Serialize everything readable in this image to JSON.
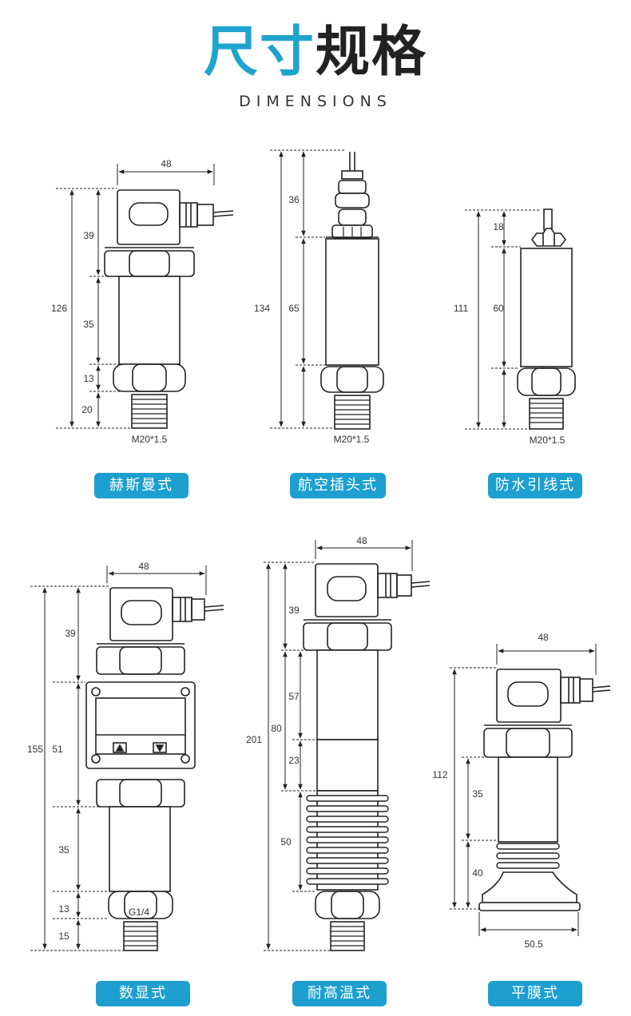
{
  "header": {
    "title_part1": "尺寸",
    "title_part2": "规格",
    "subtitle": "DIMENSIONS"
  },
  "colors": {
    "accent": "#1fa3cf",
    "label_bg": "#1d9fcf",
    "line": "#222222"
  },
  "models": [
    {
      "label": "赫斯曼式",
      "thread": "M20*1.5",
      "dims": {
        "width": "48",
        "total": "126",
        "d1": "39",
        "d2": "35",
        "d3": "13",
        "d4": "20"
      }
    },
    {
      "label": "航空插头式",
      "thread": "M20*1.5",
      "dims": {
        "total": "134",
        "d1": "36",
        "d2": "65"
      }
    },
    {
      "label": "防水引线式",
      "thread": "M20*1.5",
      "dims": {
        "total": "111",
        "d1": "18",
        "d2": "60"
      }
    },
    {
      "label": "数显式",
      "thread": "G1/4",
      "dims": {
        "width": "48",
        "total": "155",
        "d1": "39",
        "d2": "51",
        "d3": "35",
        "d4": "13",
        "d5": "15"
      }
    },
    {
      "label": "耐高温式",
      "dims": {
        "width": "48",
        "total": "201",
        "d1": "39",
        "d2": "80",
        "d3": "57",
        "d4": "23",
        "d5": "50"
      }
    },
    {
      "label": "平膜式",
      "dims": {
        "width": "48",
        "total": "112",
        "d1": "35",
        "d2": "40",
        "d3": "50.5"
      }
    }
  ]
}
